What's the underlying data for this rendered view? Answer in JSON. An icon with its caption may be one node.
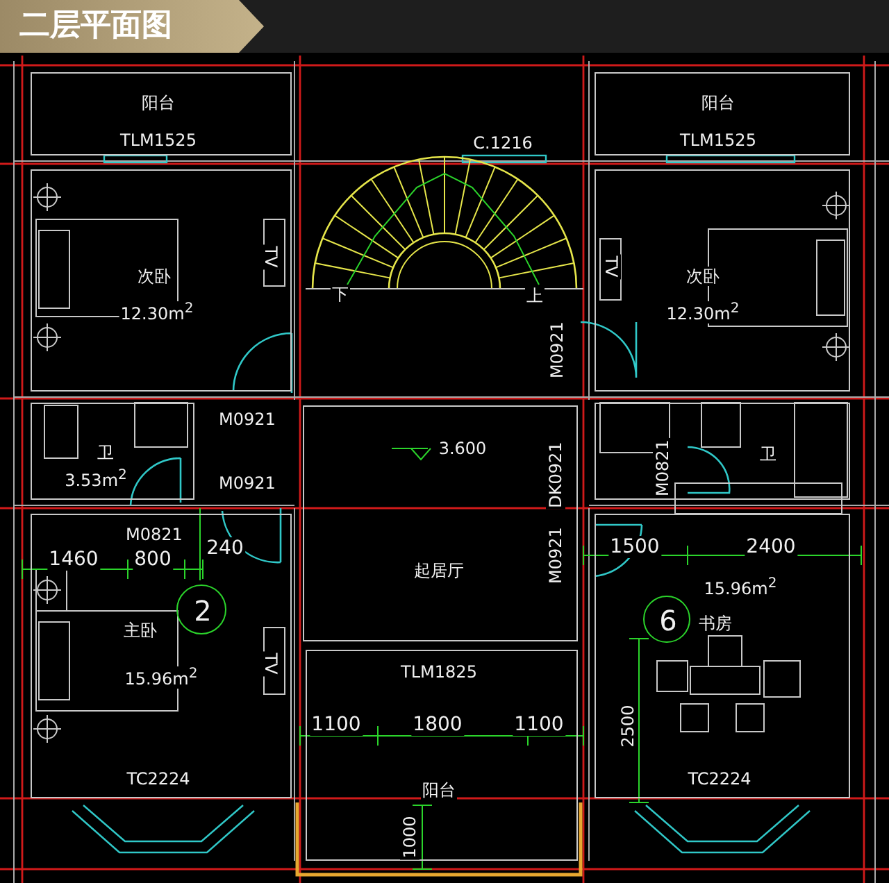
{
  "diagram": {
    "title": "二层平面图",
    "nodes": [
      {
        "text": [
          "阳台",
          "TLM1525"
        ]
      },
      {
        "text": [
          "阳台",
          "TLM1525"
        ]
      },
      {
        "text": [
          "次卧",
          "12.30m$^{2}$"
        ]
      },
      {
        "text": [
          "次卧",
          "12.30m$^{2}$"
        ]
      },
      {
        "text": [
          "卫",
          "3.53m$^{2}$"
        ]
      },
      {
        "text": [
          "卫"
        ]
      },
      {
        "text": [
          "主卧",
          "15.96m$^{2}$",
          "TC2224"
        ]
      },
      {
        "text": [
          "起居厅"
        ]
      },
      {
        "text": [
          "15.96m$^{2}$",
          "书房",
          "TC2224"
        ]
      },
      {
        "text": [
          "TLM1825",
          "阳台"
        ]
      },
      {
        "text": [
          "2"
        ],
        "in": 6
      },
      {
        "text": [
          "6"
        ],
        "in": 8
      }
    ],
    "labels": [
      "C.1216",
      "下",
      "上",
      "TV",
      "TV",
      "M0921",
      "M0921",
      "M0921",
      "3.600",
      "DK0921",
      "M0821",
      "M0821",
      "1460",
      "800",
      "240",
      "M0921",
      "1500",
      "2400",
      "TV",
      "1100",
      "1800",
      "1100",
      "2500",
      "1000"
    ]
  }
}
